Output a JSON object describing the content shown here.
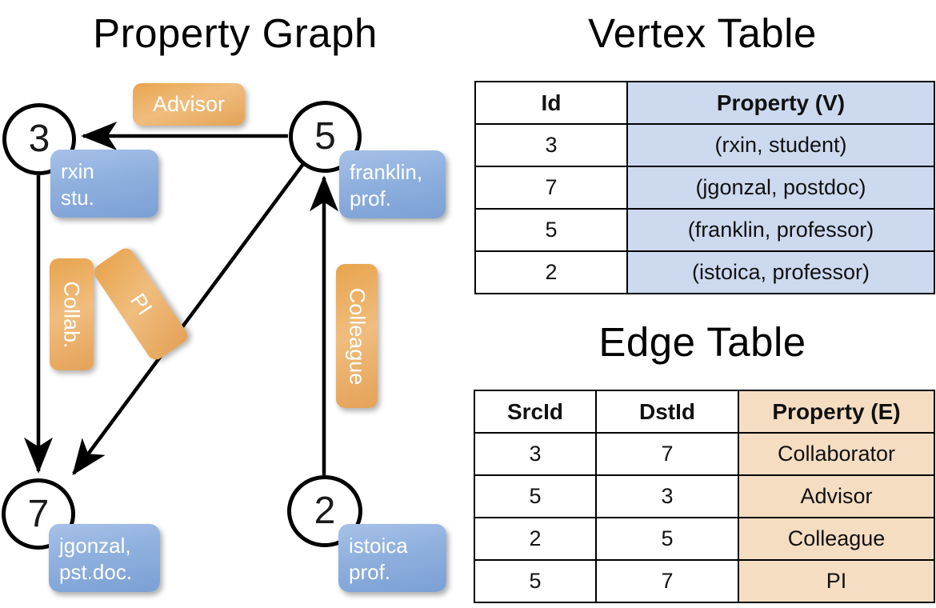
{
  "titles": {
    "property_graph": "Property Graph",
    "vertex_table": "Vertex Table",
    "edge_table": "Edge Table"
  },
  "graph": {
    "nodes": [
      {
        "id": "3",
        "property_line1": "rxin",
        "property_line2": "stu.",
        "label": "rxin\nstu."
      },
      {
        "id": "5",
        "property_line1": "franklin,",
        "property_line2": "prof.",
        "label": "franklin,\nprof."
      },
      {
        "id": "7",
        "property_line1": "jgonzal,",
        "property_line2": "pst.doc.",
        "label": "jgonzal,\npst.doc."
      },
      {
        "id": "2",
        "property_line1": "istoica",
        "property_line2": "prof.",
        "label": "istoica\nprof."
      }
    ],
    "edge_labels": [
      {
        "name": "advisor",
        "text": "Advisor",
        "from": "5",
        "to": "3"
      },
      {
        "name": "collab",
        "text": "Collab.",
        "from": "3",
        "to": "7"
      },
      {
        "name": "pi",
        "text": "PI",
        "from": "5",
        "to": "7"
      },
      {
        "name": "colleague",
        "text": "Colleague",
        "from": "2",
        "to": "5"
      }
    ]
  },
  "vertex_table": {
    "headers": [
      "Id",
      "Property (V)"
    ],
    "rows": [
      {
        "id": "3",
        "property": "(rxin, student)"
      },
      {
        "id": "7",
        "property": "(jgonzal, postdoc)"
      },
      {
        "id": "5",
        "property": "(franklin, professor)"
      },
      {
        "id": "2",
        "property": "(istoica, professor)"
      }
    ]
  },
  "edge_table": {
    "headers": [
      "SrcId",
      "DstId",
      "Property (E)"
    ],
    "rows": [
      {
        "src": "3",
        "dst": "7",
        "property": "Collaborator"
      },
      {
        "src": "5",
        "dst": "3",
        "property": "Advisor"
      },
      {
        "src": "2",
        "dst": "5",
        "property": "Colleague"
      },
      {
        "src": "5",
        "dst": "7",
        "property": "PI"
      }
    ]
  },
  "colors": {
    "vertex_box": "#8fb0de",
    "edge_box": "#e8a44e",
    "vertex_table_highlight": "#ccd9ef",
    "edge_table_highlight": "#f5ddc2",
    "stroke": "#000000",
    "background": "#ffffff"
  }
}
